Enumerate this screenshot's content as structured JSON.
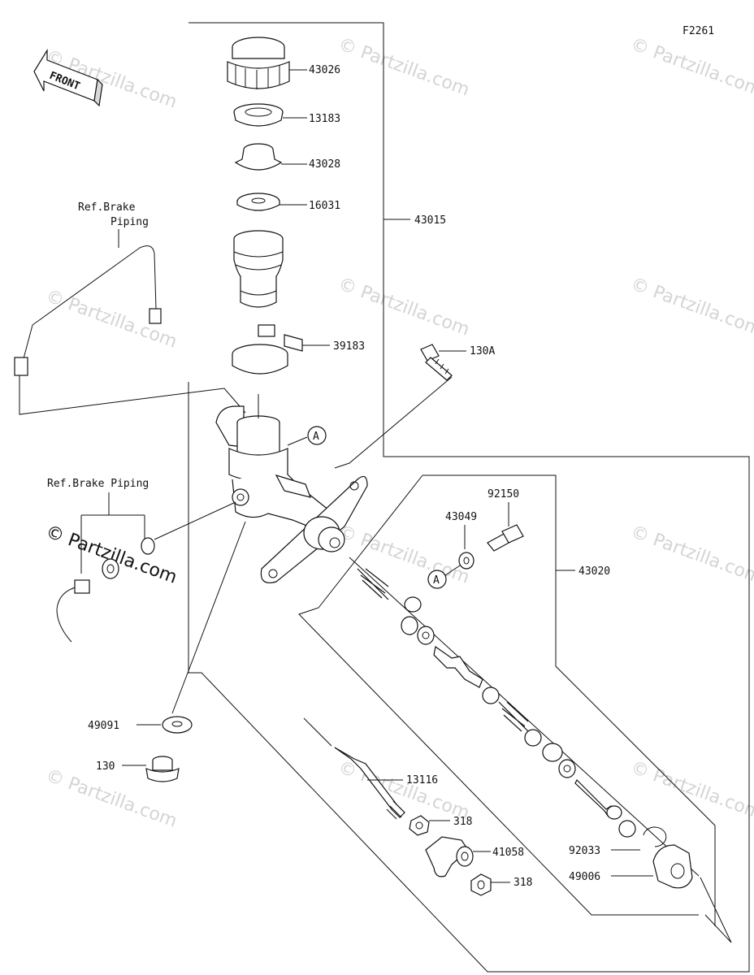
{
  "figure_code": "F2261",
  "front_label": "FRONT",
  "watermark": "© Partzilla.com",
  "watermark_overlay": "© Partzilla.com",
  "callouts": {
    "c43026": "43026",
    "c13183": "13183",
    "c43028": "43028",
    "c16031": "16031",
    "c43015": "43015",
    "c39183": "39183",
    "c130A": "130A",
    "c92150": "92150",
    "c43049": "43049",
    "c43020": "43020",
    "c49091": "49091",
    "c130": "130",
    "c13116": "13116",
    "c318a": "318",
    "c41058": "41058",
    "c318b": "318",
    "c92033": "92033",
    "c49006": "49006"
  },
  "ref_brake_piping_top_line1": "Ref.Brake",
  "ref_brake_piping_top_line2": "Piping",
  "ref_brake_piping_mid": "Ref.Brake Piping",
  "circle_marker": "A"
}
